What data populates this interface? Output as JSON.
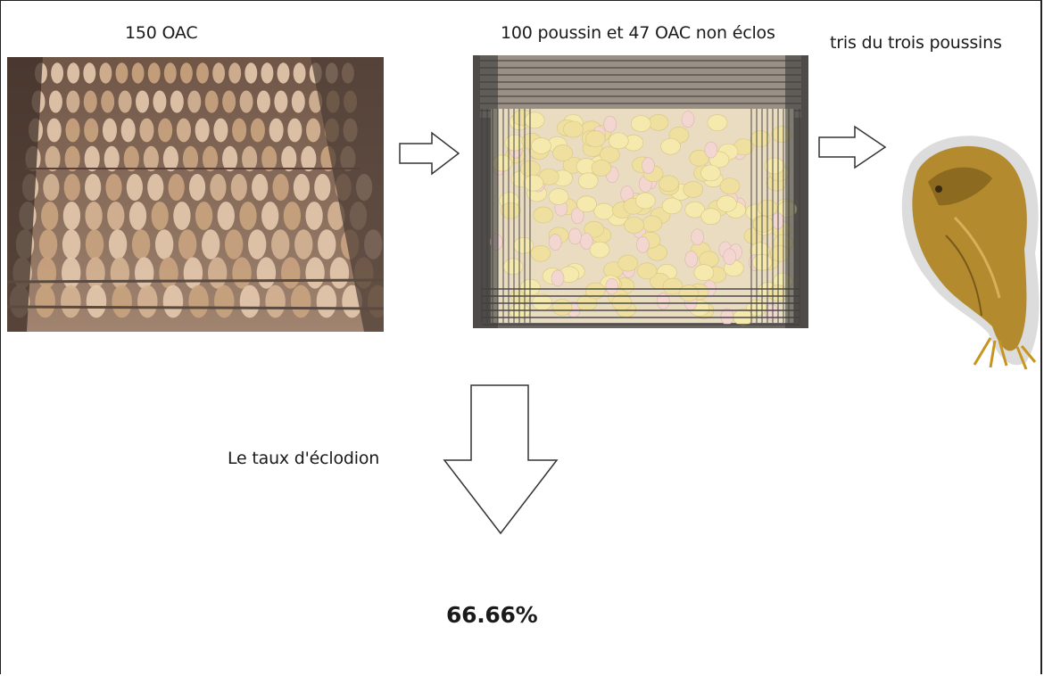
{
  "steps": {
    "eggs": {
      "label": "150 OAC"
    },
    "hatched": {
      "label": "100 poussin et 47 OAC non éclos"
    },
    "sorted": {
      "label": "tris du trois poussins"
    }
  },
  "hatch_rate": {
    "label": "Le taux d'éclodion",
    "value": "66.66%"
  },
  "colors": {
    "egg_tray_bg": "#8a6a55",
    "egg": "#d9b99a",
    "chick": "#f3e6a3",
    "cage": "#4a4a4a",
    "chick_dead": "#b38a2e",
    "arrow_stroke": "#333333"
  }
}
